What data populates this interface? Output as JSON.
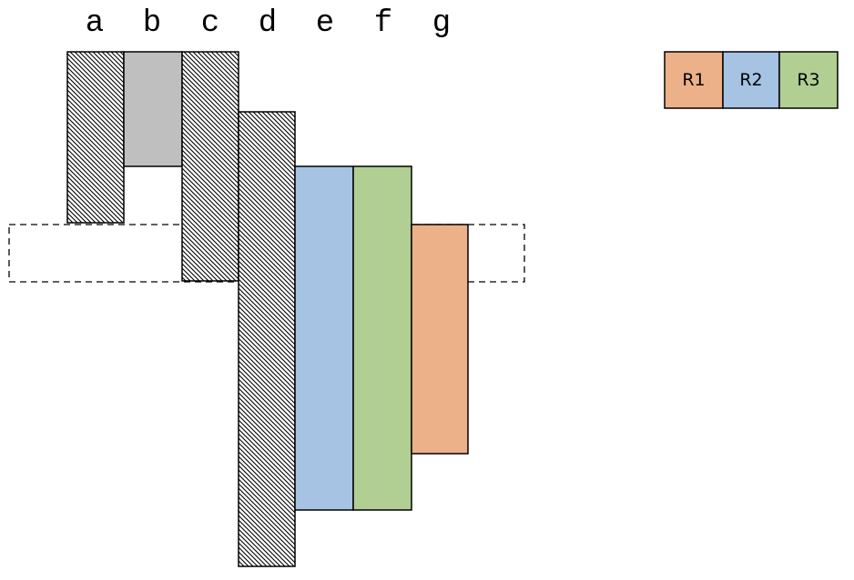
{
  "diagram": {
    "columns": [
      "a",
      "b",
      "c",
      "d",
      "e",
      "f",
      "g"
    ],
    "colors": {
      "R1": "#edb189",
      "R2": "#a6c3e4",
      "R3": "#b1cf93",
      "gray": "#bfbfbf",
      "outline": "#000000"
    },
    "legend": [
      {
        "label": "R1",
        "color_key": "R1"
      },
      {
        "label": "R2",
        "color_key": "R2"
      },
      {
        "label": "R3",
        "color_key": "R3"
      }
    ]
  }
}
